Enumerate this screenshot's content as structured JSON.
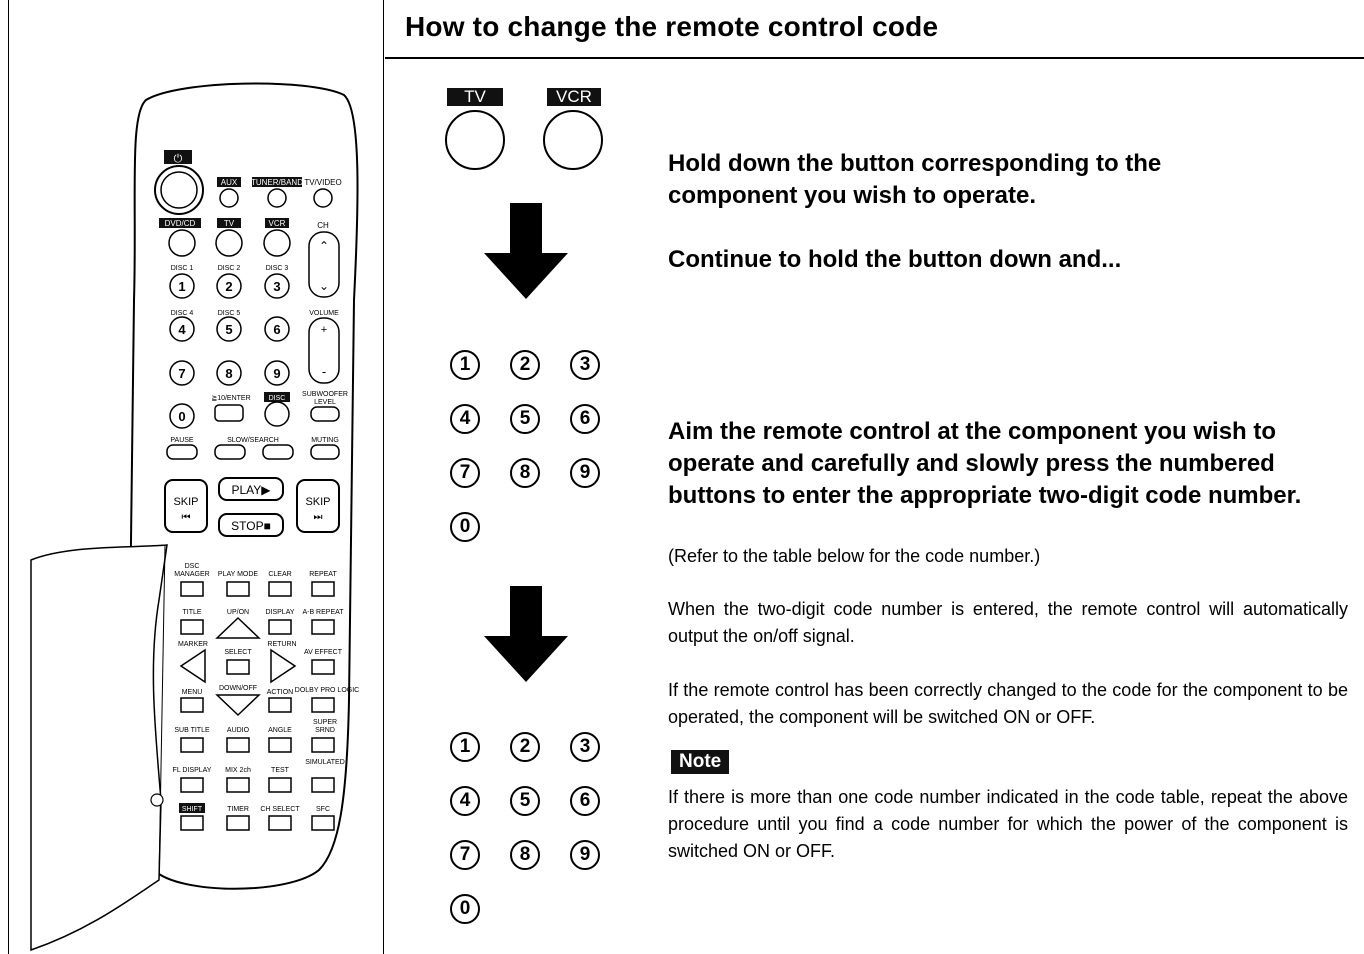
{
  "title": "How to change the remote control code",
  "buttons": {
    "tv": "TV",
    "vcr": "VCR"
  },
  "step1": "Hold down the button corresponding to the component you wish to operate.",
  "step2": "Continue to hold the button down and...",
  "step3": "Aim the remote control at the component you wish to operate and carefully and slowly press the numbered buttons to enter the appropriate two-digit code number.",
  "step3_ref": "(Refer to the table below for the code number.)",
  "para1": "When the two-digit code number is entered, the remote control will automatically output the on/off signal.",
  "para2": "If the remote control has been correctly changed to the code for the component to be operated, the component will be switched ON or OFF.",
  "note_label": "Note",
  "note_text": "If there is more than one code number indicated in the code table, repeat the above procedure until you find a code number for which the power of the component is switched ON or OFF.",
  "keypad": [
    "1",
    "2",
    "3",
    "4",
    "5",
    "6",
    "7",
    "8",
    "9",
    "0"
  ],
  "remote": {
    "power_icon": "power-icon",
    "labels": {
      "aux": "AUX",
      "tuner_band": "TUNER/BAND",
      "tv_video": "TV/VIDEO",
      "dvd_cd": "DVD/CD",
      "tv": "TV",
      "vcr": "VCR",
      "ch": "CH",
      "disc1": "DISC 1",
      "disc2": "DISC 2",
      "disc3": "DISC 3",
      "disc4": "DISC 4",
      "disc5": "DISC 5",
      "volume": "VOLUME",
      "enter": "≧10/ENTER",
      "disc": "DISC",
      "subwoofer": "SUBWOOFER",
      "level": "LEVEL",
      "pause": "PAUSE",
      "slow_search": "SLOW/SEARCH",
      "muting": "MUTING",
      "play": "PLAY",
      "stop": "STOP",
      "skip_l": "SKIP",
      "skip_r": "SKIP",
      "dsc_manager": "DSC MANAGER",
      "play_mode": "PLAY MODE",
      "clear": "CLEAR",
      "repeat": "REPEAT",
      "title": "TITLE",
      "up_on": "UP/ON",
      "display": "DISPLAY",
      "ab_repeat": "A-B REPEAT",
      "marker": "MARKER",
      "select": "SELECT",
      "return": "RETURN",
      "av_effect": "AV EFFECT",
      "menu": "MENU",
      "down_off": "DOWN/OFF",
      "action": "ACTION",
      "dolby": "DOLBY PRO LOGIC",
      "subtitle": "SUB TITLE",
      "audio": "AUDIO",
      "angle": "ANGLE",
      "super_srnd": "SUPER SRND",
      "fl_display": "FL DISPLAY",
      "mix": "MIX 2ch",
      "test": "TEST",
      "simulated": "SIMULATED",
      "shift": "SHIFT",
      "timer": "TIMER",
      "ch_select": "CH SELECT",
      "sfc": "SFC"
    }
  }
}
